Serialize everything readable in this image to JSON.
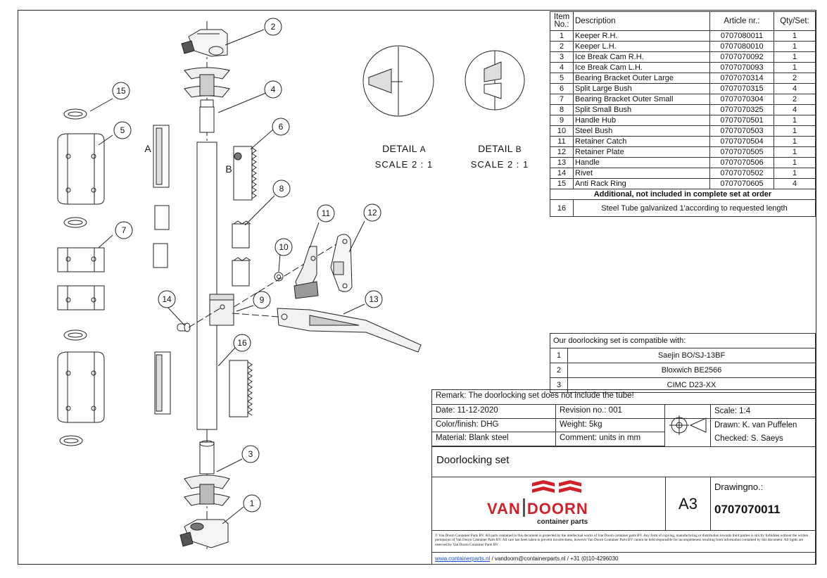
{
  "bom": {
    "headers": {
      "item": "Item No.:",
      "description": "Description",
      "article": "Article nr.:",
      "qty": "Qty/Set:"
    },
    "rows": [
      {
        "no": "1",
        "desc": "Keeper R.H.",
        "art": "0707080011",
        "qty": "1"
      },
      {
        "no": "2",
        "desc": "Keeper L.H.",
        "art": "0707080010",
        "qty": "1"
      },
      {
        "no": "3",
        "desc": "Ice Break Cam R.H.",
        "art": "0707070092",
        "qty": "1"
      },
      {
        "no": "4",
        "desc": "Ice Break Cam L.H.",
        "art": "0707070093",
        "qty": "1"
      },
      {
        "no": "5",
        "desc": "Bearing Bracket Outer Large",
        "art": "0707070314",
        "qty": "2"
      },
      {
        "no": "6",
        "desc": "Split Large Bush",
        "art": "0707070315",
        "qty": "4"
      },
      {
        "no": "7",
        "desc": "Bearing Bracket Outer Small",
        "art": "0707070304",
        "qty": "2"
      },
      {
        "no": "8",
        "desc": "Split Small Bush",
        "art": "0707070325",
        "qty": "4"
      },
      {
        "no": "9",
        "desc": "Handle Hub",
        "art": "0707070501",
        "qty": "1"
      },
      {
        "no": "10",
        "desc": "Steel Bush",
        "art": "0707070503",
        "qty": "1"
      },
      {
        "no": "11",
        "desc": "Retainer Catch",
        "art": "0707070504",
        "qty": "1"
      },
      {
        "no": "12",
        "desc": "Retainer Plate",
        "art": "0707070505",
        "qty": "1"
      },
      {
        "no": "13",
        "desc": "Handle",
        "art": "0707070506",
        "qty": "1"
      },
      {
        "no": "14",
        "desc": "Rivet",
        "art": "0707070502",
        "qty": "1"
      },
      {
        "no": "15",
        "desc": "Anti Rack Ring",
        "art": "0707070605",
        "qty": "4"
      }
    ],
    "additional_header": "Additional, not included in complete set at order",
    "additional_row": {
      "no": "16",
      "desc": "Steel Tube galvanized 1'according to requested length"
    }
  },
  "compat": {
    "title": "Our doorlocking set is compatible with:",
    "rows": [
      {
        "no": "1",
        "name": "Saejin BO/SJ-13BF"
      },
      {
        "no": "2",
        "name": "Bloxwich BE2566"
      },
      {
        "no": "3",
        "name": "CIMC D23-XX"
      }
    ]
  },
  "details": {
    "a_title": "DETAIL",
    "a_letter": "A",
    "a_scale": "SCALE 2 : 1",
    "b_title": "DETAIL",
    "b_letter": "B",
    "b_scale": "SCALE 2 : 1"
  },
  "view_labels": {
    "a": "A",
    "b": "B"
  },
  "balloons": [
    "1",
    "2",
    "3",
    "4",
    "5",
    "6",
    "7",
    "8",
    "9",
    "10",
    "11",
    "12",
    "13",
    "14",
    "15",
    "16"
  ],
  "title_block": {
    "remark": "Remark: The doorlocking set does not include the tube!",
    "date": "Date:  11-12-2020",
    "revision": "Revision no.: 001",
    "scale": "Scale: 1:4",
    "color": "Color/finish: DHG",
    "weight": "Weight: 5kg",
    "drawn": "Drawn: K. van Puffelen",
    "material": "Material: Blank steel",
    "comment": "Comment: units in mm",
    "checked": "Checked: S. Saeys",
    "title": "Doorlocking set",
    "sheet": "A3",
    "drawingno_label": "Drawingno.:",
    "drawingno": "0707070011",
    "logo_left": "VAN",
    "logo_right": "DOORN",
    "logo_sub": "container parts",
    "legal": "© Van Doorn Container Parts BV. All parts contained in this document is protected by the intellectual works of Van Doorn container parts BV. Any form of copying, manufacturing or distribution towards third parties is strictly forbidden without the written permission of Van Doorn Container Parts BV. All care has been taken to prevent incorrectness, however Van Doorn Container Parts BV cannot be held responsible for incompleteness resulting from information contained by this document. All rights are reserved by Van Doorn Container Parts BV.",
    "website": "www.containerparts.nl",
    "contact": " / vandoorn@containerparts.nl / +31 (0)10-4296030"
  },
  "colors": {
    "brand_red": "#d0202a",
    "line": "#222222",
    "link": "#1a4fd8"
  }
}
